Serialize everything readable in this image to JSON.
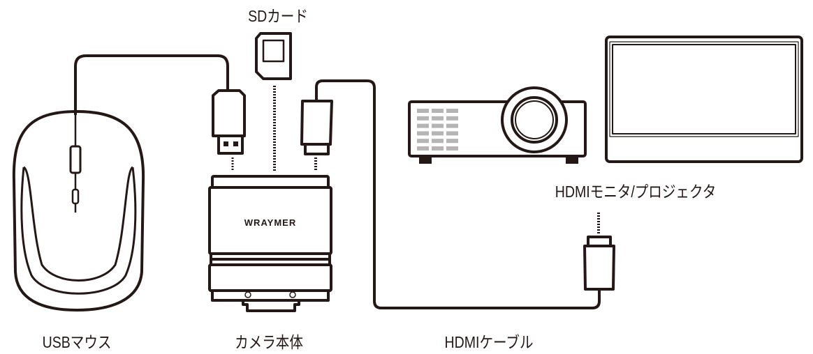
{
  "labels": {
    "sd_card": "SDカード",
    "display": "HDMIモニタ/プロジェクタ",
    "usb_mouse": "USBマウス",
    "camera_body": "カメラ本体",
    "hdmi_cable": "HDMIケーブル"
  },
  "camera_brand": "WRAYMER",
  "colors": {
    "line": "#231815",
    "vent": "#b5b5b5"
  }
}
